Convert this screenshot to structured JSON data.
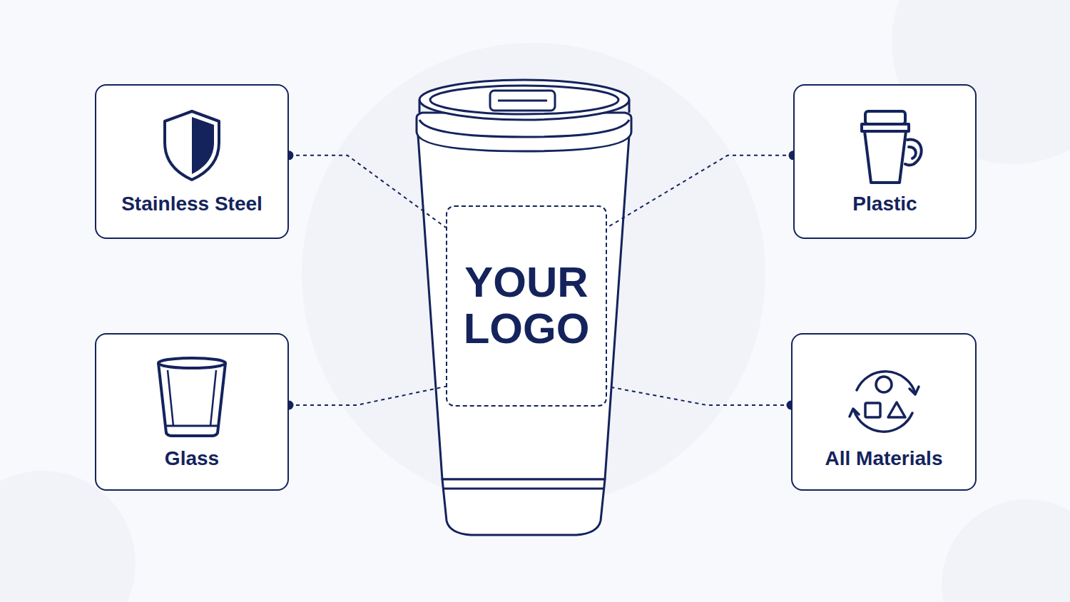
{
  "diagram": {
    "nodes": [
      {
        "text": [
          "Stainless Steel"
        ]
      },
      {
        "text": [
          "YOUR LOGO"
        ]
      },
      {
        "text": [
          "Plastic"
        ]
      },
      {
        "text": [
          "Glass"
        ]
      },
      {
        "text": [
          "All Materials"
        ]
      }
    ],
    "edges": [
      {
        "from": 0,
        "to": 1,
        "arrow": "none"
      },
      {
        "from": 2,
        "to": 1,
        "arrow": "none"
      },
      {
        "from": 3,
        "to": 1,
        "arrow": "none"
      },
      {
        "from": 4,
        "to": 1,
        "arrow": "none"
      }
    ]
  }
}
